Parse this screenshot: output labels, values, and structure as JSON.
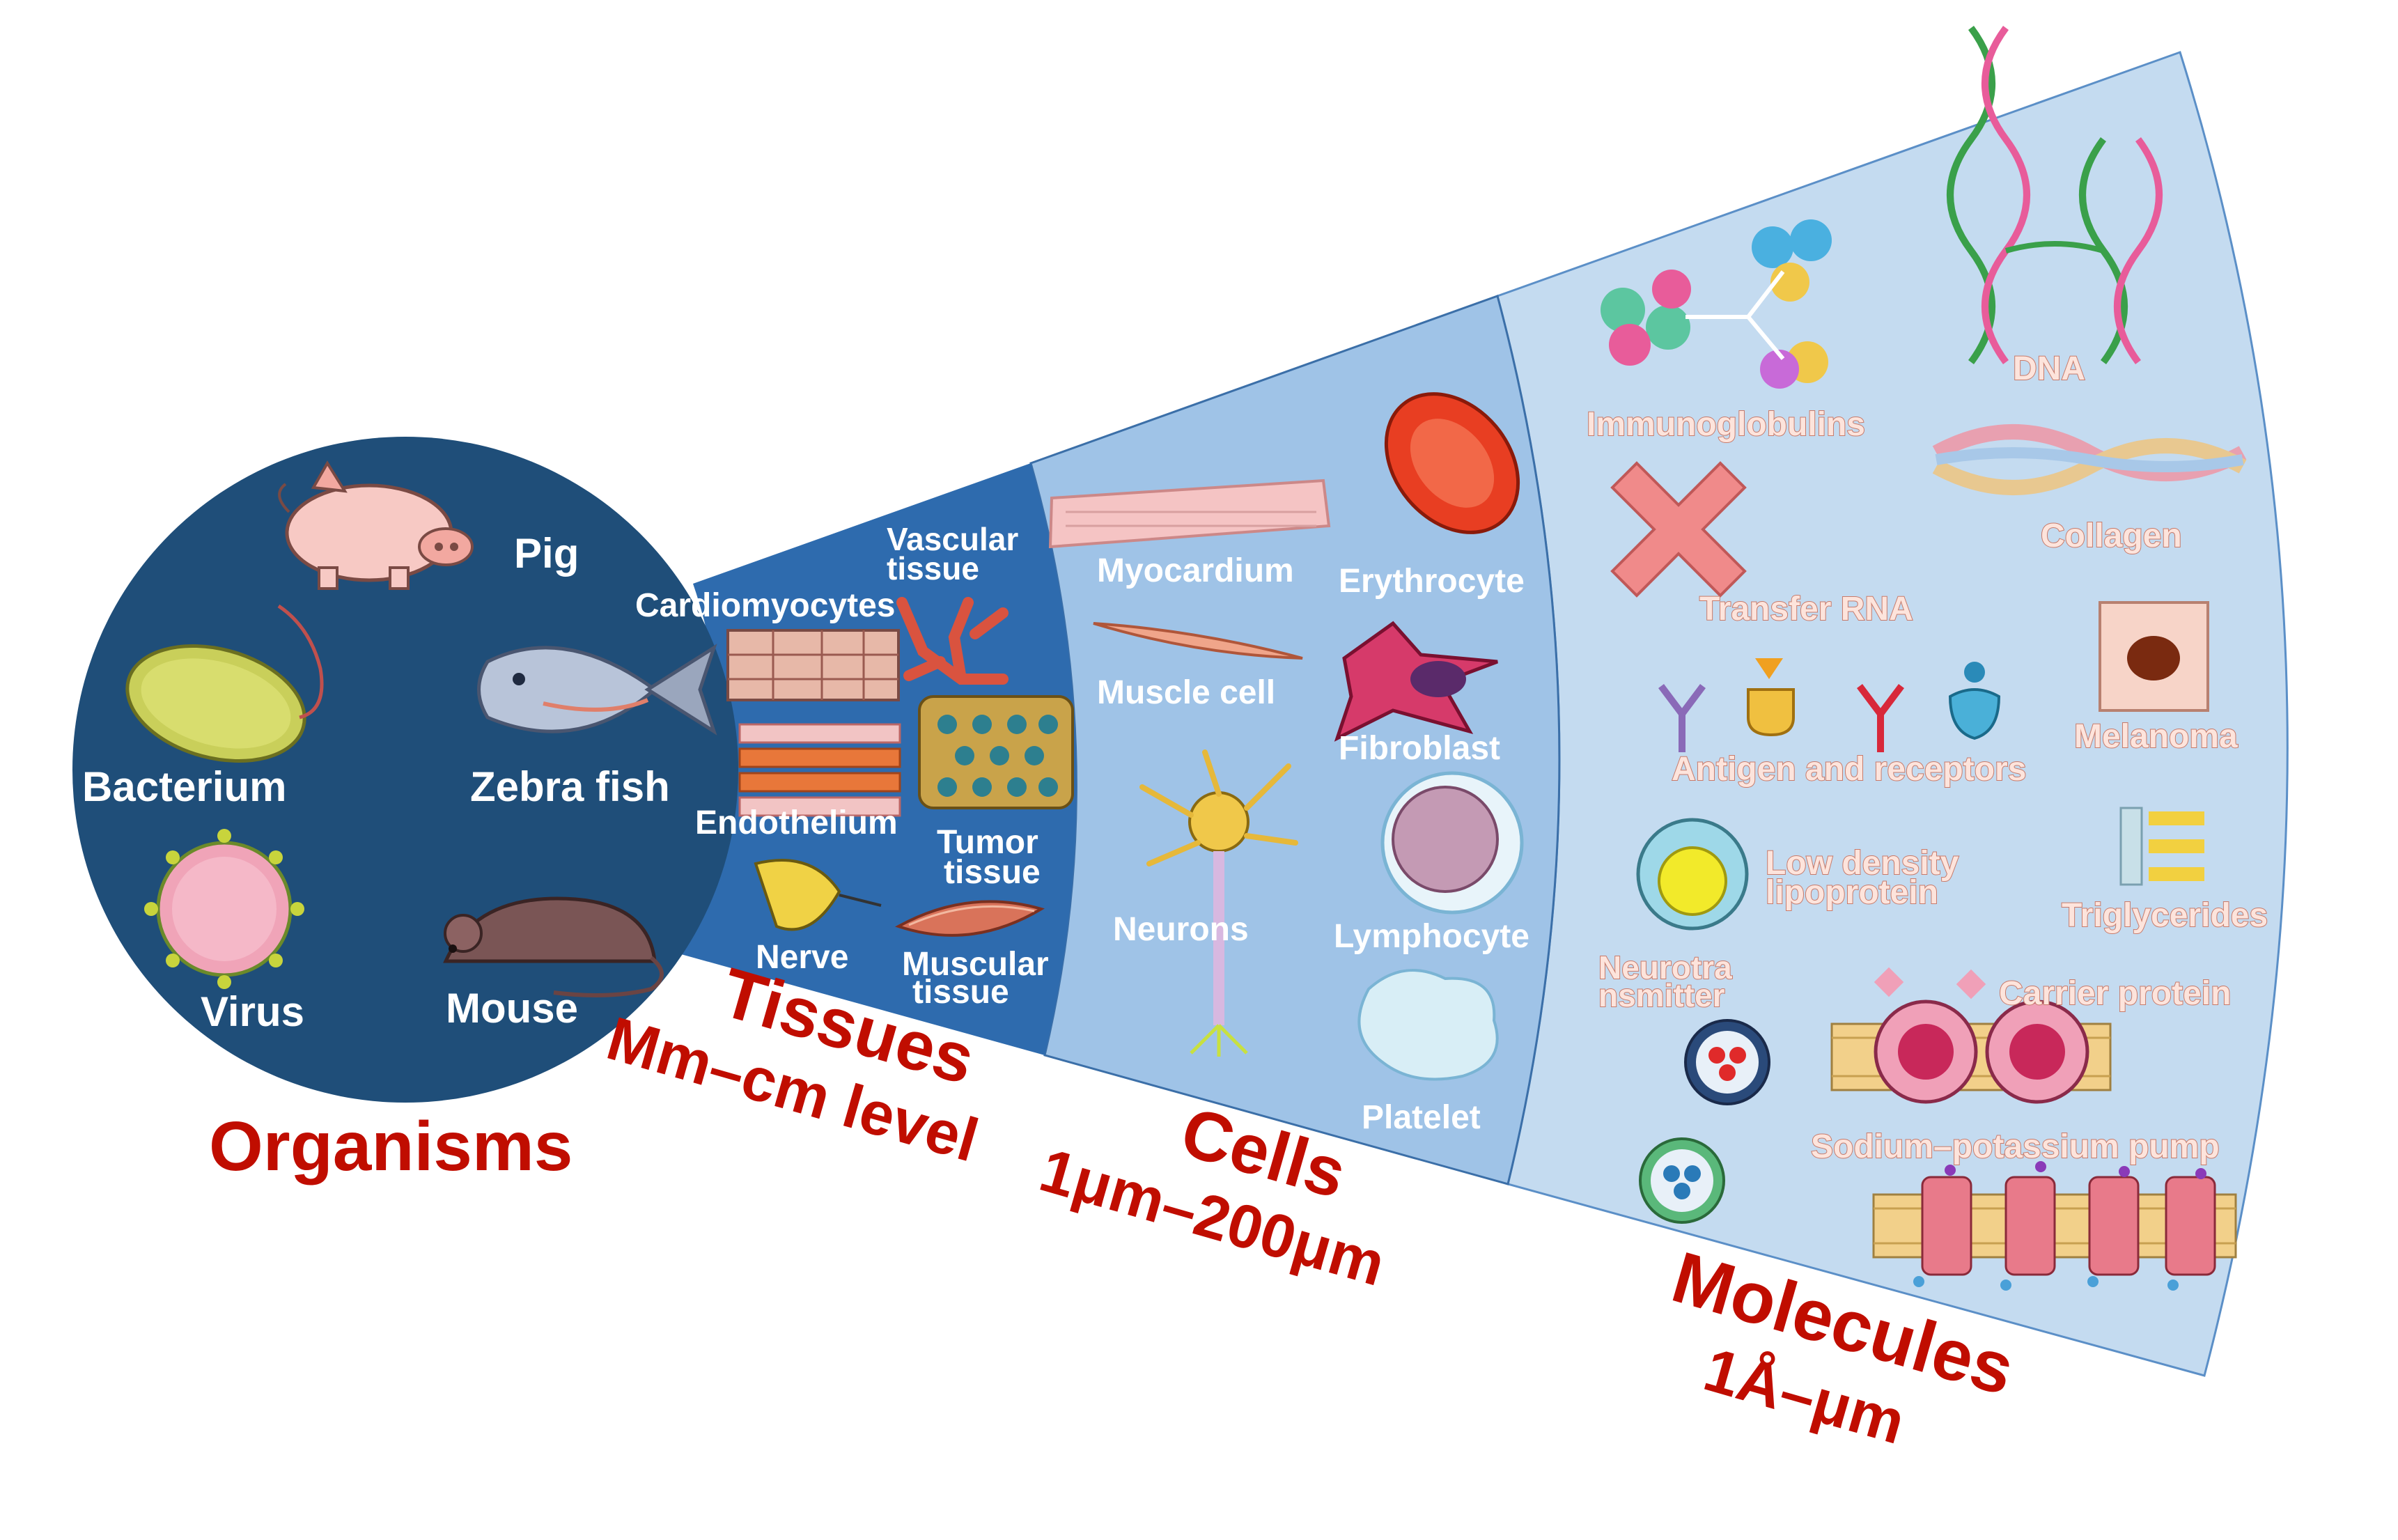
{
  "organisms": {
    "title": "Organisms",
    "items": {
      "pig": "Pig",
      "bacterium": "Bacterium",
      "zebra_fish": "Zebra fish",
      "virus": "Virus",
      "mouse": "Mouse"
    }
  },
  "tissues": {
    "title": "Tissues",
    "scale": "Mm–cm level",
    "items": {
      "cardiomyocytes": "Cardiomyocytes",
      "vascular_1": "Vascular",
      "vascular_2": "tissue",
      "endothelium": "Endothelium",
      "tumor_1": "Tumor",
      "tumor_2": "tissue",
      "nerve": "Nerve",
      "muscular_1": "Muscular",
      "muscular_2": "tissue"
    }
  },
  "cells": {
    "title": "Cells",
    "scale": "1μm–200μm",
    "items": {
      "myocardium": "Myocardium",
      "muscle_cell": "Muscle cell",
      "neurons": "Neurons",
      "erythrocyte": "Erythrocyte",
      "fibroblast": "Fibroblast",
      "lymphocyte": "Lymphocyte",
      "platelet": "Platelet"
    }
  },
  "molecules": {
    "title": "Molecules",
    "scale": "1Å–μm",
    "items": {
      "immunoglobulins": "Immunoglobulins",
      "dna": "DNA",
      "collagen": "Collagen",
      "transfer_rna": "Transfer RNA",
      "melanoma": "Melanoma",
      "antigen_receptors": "Antigen and receptors",
      "ldl_1": "Low density",
      "ldl_2": "lipoprotein",
      "triglycerides": "Triglycerides",
      "neurotransmitter_1": "Neurotra",
      "neurotransmitter_2": "nsmitter",
      "carrier_protein": "Carrier protein",
      "sodium_pump": "Sodium–potassium pump"
    }
  },
  "colors": {
    "organisms_bg": "#1f4e79",
    "tissues_bg": "#2e6bae",
    "cells_bg": "#9fc3e7",
    "molecules_bg": "#c4dbf0",
    "scale_text": "#c00d00"
  }
}
